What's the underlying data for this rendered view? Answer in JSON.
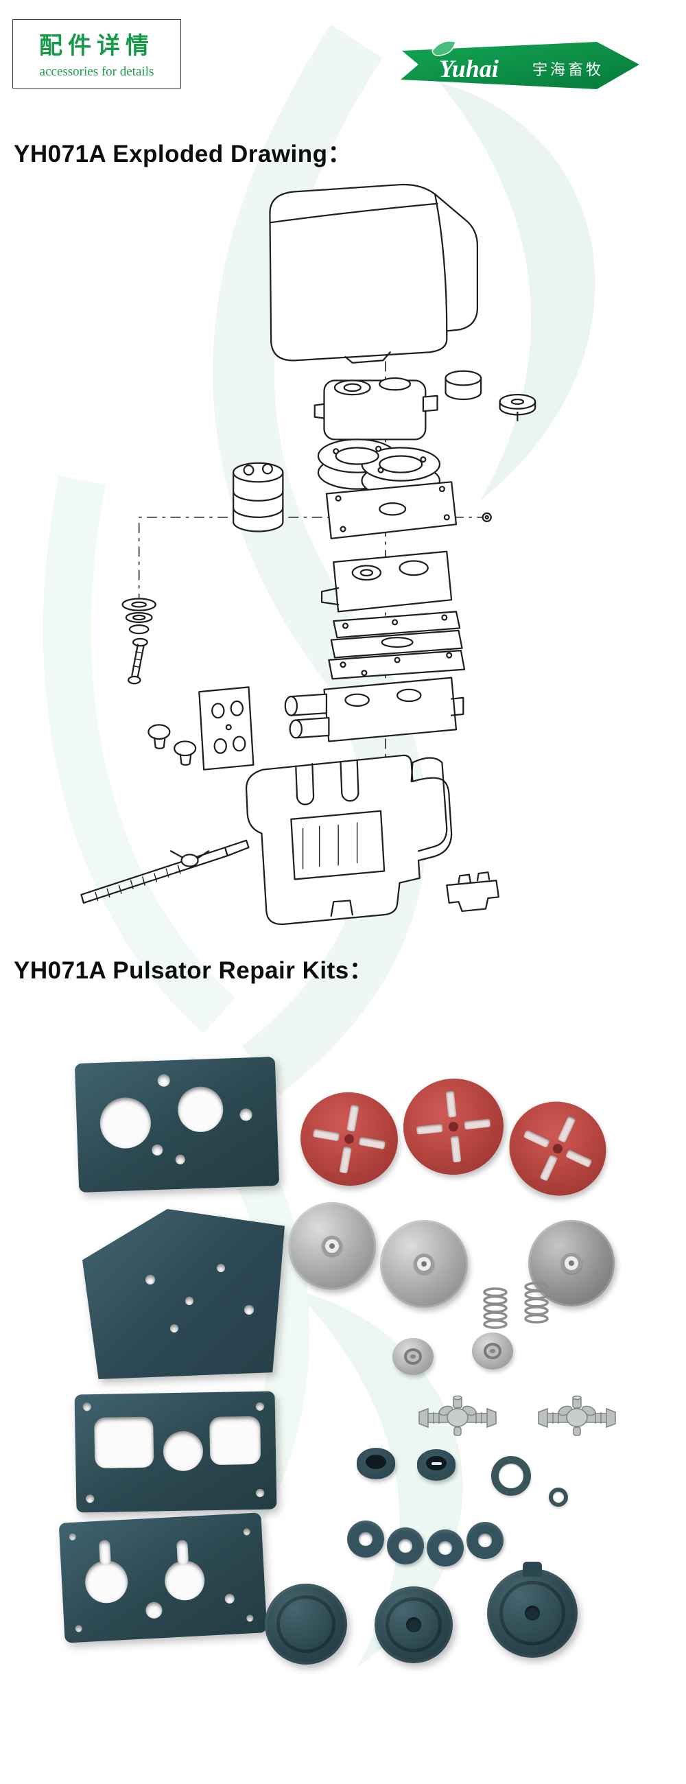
{
  "header": {
    "badge": {
      "title_zh": "配件详情",
      "subtitle": "accessories for details"
    },
    "logo": {
      "brand": "Yuhai",
      "brand_zh": "宇海畜牧"
    }
  },
  "sections": {
    "exploded": {
      "title": "YH071A Exploded Drawing："
    },
    "kits": {
      "title": "YH071A Pulsator Repair Kits："
    }
  },
  "colors": {
    "brand_green": "#0ea158",
    "badge_text": "#1a9e4b",
    "heading": "#111111",
    "line_art": "#1f1f1f",
    "part_teal": "#31505a",
    "part_red": "#b2423d",
    "part_metal": "#a8a8a8",
    "watermark": "#e6f3ec"
  },
  "kit_parts": [
    {
      "name": "mounting-plate",
      "count": 1,
      "color": "#31505a"
    },
    {
      "name": "diaphragm-plate",
      "count": 1,
      "color": "#31505a"
    },
    {
      "name": "gasket-frame",
      "count": 1,
      "color": "#31505a"
    },
    {
      "name": "keyhole-gasket",
      "count": 1,
      "color": "#31505a"
    },
    {
      "name": "red-pulsator-disc",
      "count": 3,
      "color": "#b2423d"
    },
    {
      "name": "metal-disc",
      "count": 3,
      "color": "#a8a8a8"
    },
    {
      "name": "spring",
      "count": 2,
      "color": "#8a8f8e"
    },
    {
      "name": "valve-dome",
      "count": 2,
      "color": "#ababab"
    },
    {
      "name": "hose-fitting",
      "count": 2,
      "color": "#bcc1c0"
    },
    {
      "name": "rubber-cup",
      "count": 2,
      "color": "#31505a"
    },
    {
      "name": "o-ring-large",
      "count": 1,
      "color": "#3a545c"
    },
    {
      "name": "o-ring-small",
      "count": 1,
      "color": "#3a545c"
    },
    {
      "name": "grommet",
      "count": 4,
      "color": "#35535e"
    },
    {
      "name": "diaphragm-cap",
      "count": 3,
      "color": "#2c4750"
    }
  ]
}
